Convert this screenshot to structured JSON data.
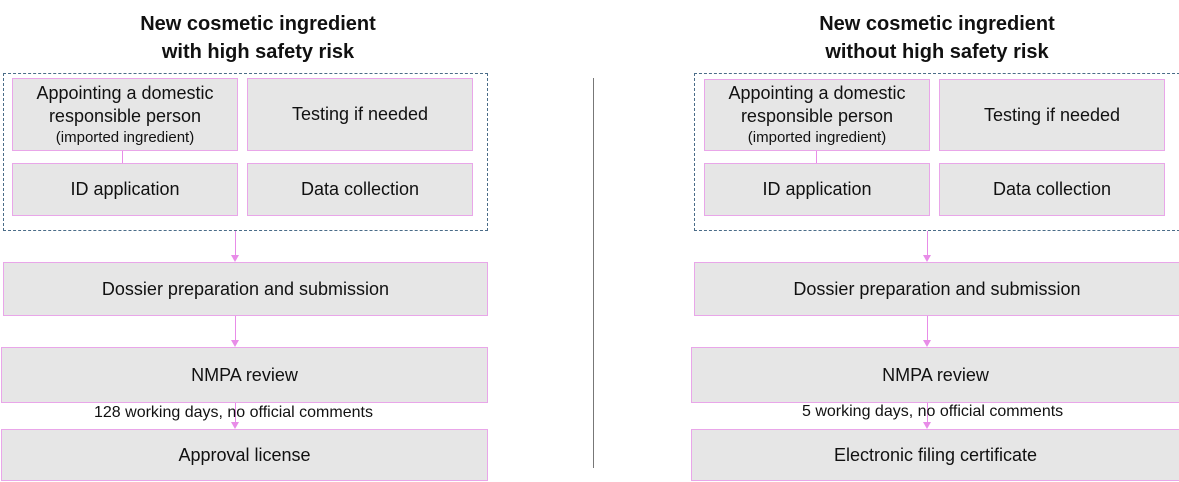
{
  "left": {
    "title_line1": "New cosmetic ingredient",
    "title_line2": "with high safety risk",
    "appoint_line1": "Appointing a domestic",
    "appoint_line2": "responsible  person",
    "appoint_line3": "(imported ingredient)",
    "testing": "Testing  if needed",
    "id_application": "ID application",
    "data_collection": "Data collection",
    "dossier": "Dossier preparation  and submission",
    "review": "NMPA review",
    "note": "128 working days,   no official comments",
    "result": "Approval license"
  },
  "right": {
    "title_line1": "New cosmetic ingredient",
    "title_line2": "without high safety risk",
    "appoint_line1": "Appointing a domestic",
    "appoint_line2": "responsible  person",
    "appoint_line3": "(imported ingredient)",
    "testing": "Testing  if needed",
    "id_application": "ID application",
    "data_collection": "Data collection",
    "dossier": "Dossier preparation  and submission",
    "review": "NMPA review",
    "note": "5 working days,   no official comments",
    "result": "Electronic filing certificate"
  },
  "colors": {
    "box_fill": "#e6e6e6",
    "box_border": "#e9a6e9",
    "connector": "#e88ce8",
    "dashed_group": "#4a6c88"
  }
}
